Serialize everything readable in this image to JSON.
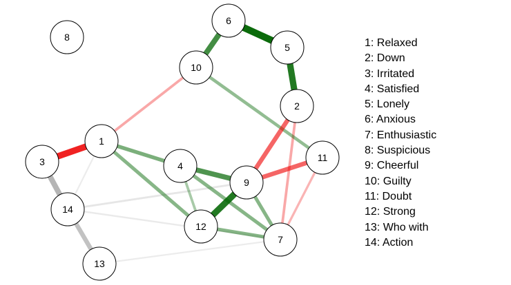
{
  "nodes": [
    {
      "id": "1",
      "name": "Relaxed"
    },
    {
      "id": "2",
      "name": "Down"
    },
    {
      "id": "3",
      "name": "Irritated"
    },
    {
      "id": "4",
      "name": "Satisfied"
    },
    {
      "id": "5",
      "name": "Lonely"
    },
    {
      "id": "6",
      "name": "Anxious"
    },
    {
      "id": "7",
      "name": "Enthusiastic"
    },
    {
      "id": "8",
      "name": "Suspicious"
    },
    {
      "id": "9",
      "name": "Cheerful"
    },
    {
      "id": "10",
      "name": "Guilty"
    },
    {
      "id": "11",
      "name": "Doubt"
    },
    {
      "id": "12",
      "name": "Strong"
    },
    {
      "id": "13",
      "name": "Who with"
    },
    {
      "id": "14",
      "name": "Action"
    }
  ],
  "edge_colors": {
    "positive": "#006400",
    "negative": "#ee0000",
    "neutral": "#9a9a9a"
  },
  "edges": [
    {
      "from": "6",
      "to": "5",
      "sign": "positive",
      "strength": 0.95
    },
    {
      "from": "5",
      "to": "2",
      "sign": "positive",
      "strength": 0.85
    },
    {
      "from": "6",
      "to": "10",
      "sign": "positive",
      "strength": 0.7
    },
    {
      "from": "12",
      "to": "9",
      "sign": "positive",
      "strength": 0.85
    },
    {
      "from": "4",
      "to": "9",
      "sign": "positive",
      "strength": 0.65
    },
    {
      "from": "1",
      "to": "4",
      "sign": "positive",
      "strength": 0.45
    },
    {
      "from": "1",
      "to": "12",
      "sign": "positive",
      "strength": 0.4
    },
    {
      "from": "4",
      "to": "7",
      "sign": "positive",
      "strength": 0.4
    },
    {
      "from": "12",
      "to": "7",
      "sign": "positive",
      "strength": 0.4
    },
    {
      "from": "9",
      "to": "7",
      "sign": "positive",
      "strength": 0.4
    },
    {
      "from": "10",
      "to": "11",
      "sign": "positive",
      "strength": 0.35
    },
    {
      "from": "4",
      "to": "12",
      "sign": "positive",
      "strength": 0.25
    },
    {
      "from": "3",
      "to": "1",
      "sign": "negative",
      "strength": 0.85
    },
    {
      "from": "2",
      "to": "9",
      "sign": "negative",
      "strength": 0.55
    },
    {
      "from": "9",
      "to": "11",
      "sign": "negative",
      "strength": 0.55
    },
    {
      "from": "1",
      "to": "10",
      "sign": "negative",
      "strength": 0.25
    },
    {
      "from": "2",
      "to": "7",
      "sign": "negative",
      "strength": 0.25
    },
    {
      "from": "11",
      "to": "7",
      "sign": "negative",
      "strength": 0.2
    },
    {
      "from": "3",
      "to": "14",
      "sign": "neutral",
      "strength": 0.7
    },
    {
      "from": "14",
      "to": "13",
      "sign": "neutral",
      "strength": 0.55
    },
    {
      "from": "14",
      "to": "9",
      "sign": "neutral",
      "strength": 0.15
    },
    {
      "from": "14",
      "to": "7",
      "sign": "neutral",
      "strength": 0.1
    },
    {
      "from": "13",
      "to": "7",
      "sign": "neutral",
      "strength": 0.08
    },
    {
      "from": "1",
      "to": "14",
      "sign": "neutral",
      "strength": 0.08
    }
  ]
}
